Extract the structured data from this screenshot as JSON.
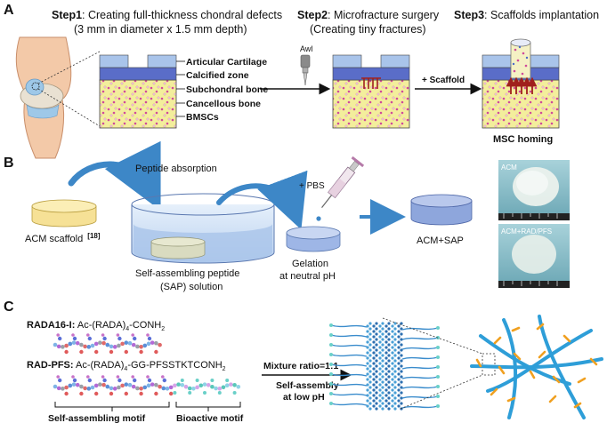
{
  "panel_a": {
    "label": "A",
    "step1_bold": "Step1",
    "step1_text": ": Creating full-thickness chondral defects",
    "step1_sub": "(3 mm in diameter x 1.5 mm depth)",
    "step2_bold": "Step2",
    "step2_text": ": Microfracture surgery",
    "step2_sub": "(Creating tiny fractures)",
    "step3_bold": "Step3",
    "step3_text": ": Scaffolds implantation",
    "layers": [
      "Articular Cartilage",
      "Calcified zone",
      "Subchondral bone",
      "Cancellous bone",
      "BMSCs"
    ],
    "awl_label": "Awl",
    "scaffold_label": "+ Scaffold",
    "msc_label": "MSC homing"
  },
  "panel_b": {
    "label": "B",
    "peptide_absorption": "Peptide absorption",
    "acm_scaffold": "ACM scaffold",
    "acm_ref": "[18]",
    "sap_line1": "Self-assembling peptide",
    "sap_line2": "(SAP) solution",
    "pbs": "+ PBS",
    "gel_line1": "Gelation",
    "gel_line2": "at neutral pH",
    "acm_sap": "ACM+SAP",
    "photo1_label": "ACM",
    "photo2_label": "ACM+RAD/PFS"
  },
  "panel_c": {
    "label": "C",
    "rada_name": "RADA16-I:",
    "rada_seq_a": " Ac-(RADA)",
    "rada_seq_sub": "4",
    "rada_seq_b": "-CONH",
    "rada_seq_sub2": "2",
    "radpfs_name": "RAD-PFS:",
    "radpfs_seq_a": " Ac-(RADA)",
    "radpfs_seq_sub": "4",
    "radpfs_seq_b": "-GG-PFSSTKTCONH",
    "radpfs_seq_sub2": "2",
    "motif1": "Self-assembling motif",
    "motif2": "Bioactive motif",
    "mixture": "Mixture ratio=1:1",
    "assembly_line1": "Self-assembly",
    "assembly_line2": "at low pH"
  },
  "colors": {
    "cartilage": "#a9c4ea",
    "calcified": "#5a6dc8",
    "bone": "#f3ee9c",
    "bone_dot_pink": "#d04a9a",
    "bone_dot_white": "#ffffff",
    "arrow_red": "#a0201c",
    "arrow_blue": "#3d87c7",
    "dish_yellow": "#f6e196",
    "dish_blue": "#9eb6e6",
    "fiber": "#2e9ed8",
    "motif_orange": "#f0a020"
  }
}
